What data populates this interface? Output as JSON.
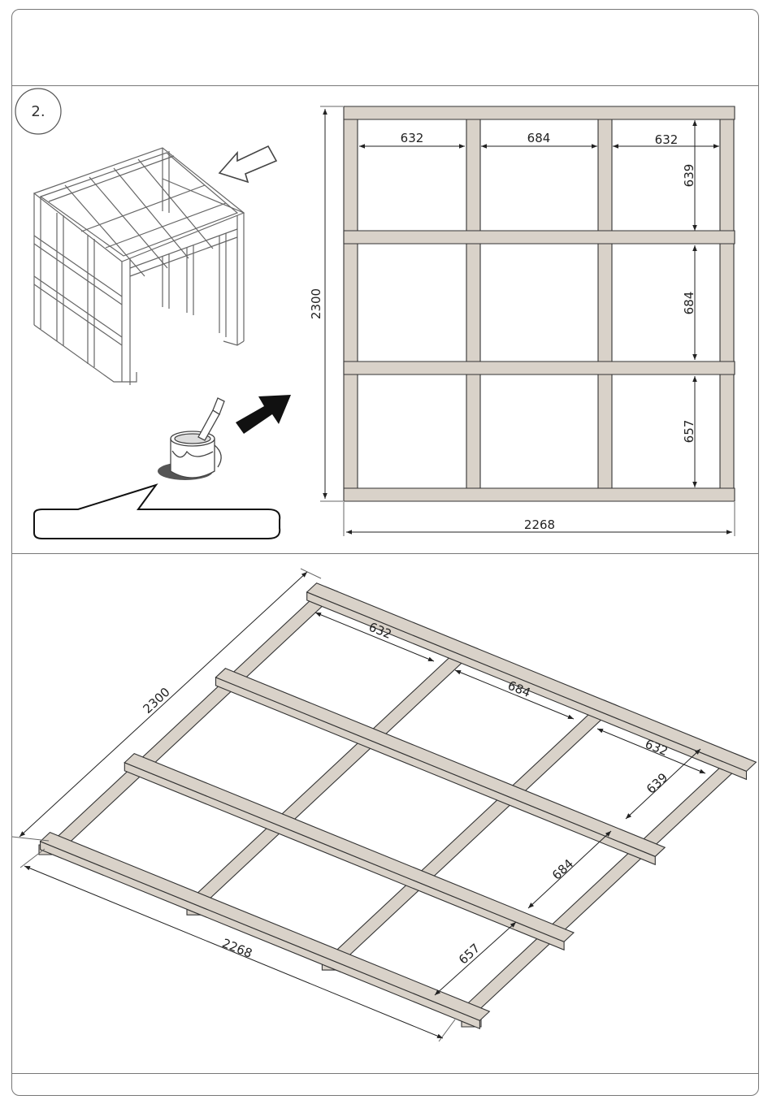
{
  "step": {
    "number": "2."
  },
  "front_view": {
    "overall_height": "2300",
    "overall_width": "2268",
    "col_widths": [
      "632",
      "684",
      "632"
    ],
    "row_heights": [
      "639",
      "684",
      "657"
    ]
  },
  "iso_view": {
    "overall_height": "2300",
    "overall_width": "2268",
    "col_widths": [
      "632",
      "684",
      "632"
    ],
    "row_heights": [
      "639",
      "684",
      "657"
    ]
  },
  "colors": {
    "timber": "#d9d2c9",
    "line": "#333333"
  }
}
